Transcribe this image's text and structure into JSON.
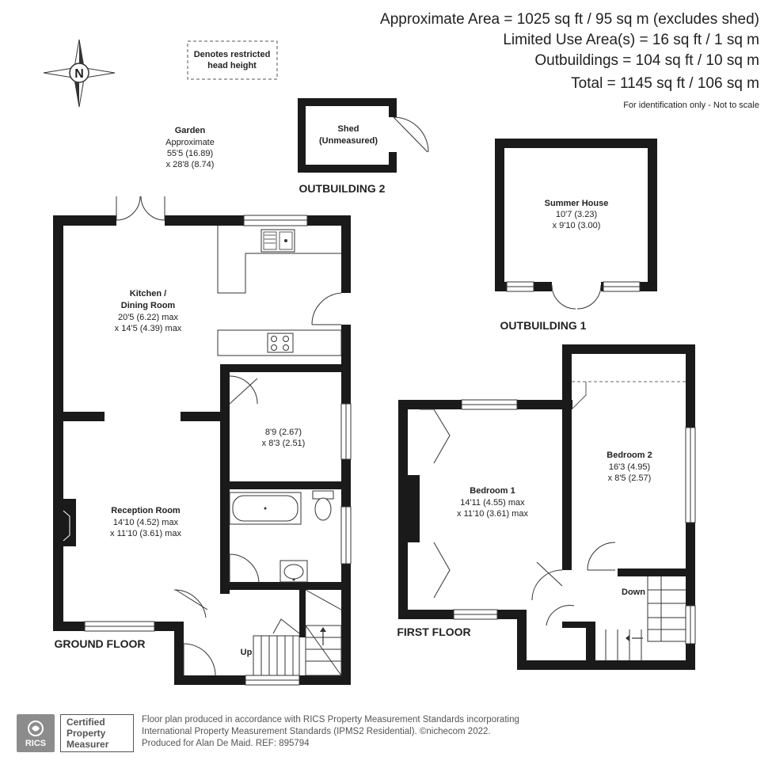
{
  "header": {
    "area_line": "Approximate Area = 1025 sq ft / 95 sq m (excludes shed)",
    "limited_line": "Limited Use Area(s) = 16 sq ft / 1 sq m",
    "outbuildings_line": "Outbuildings = 104 sq ft / 10 sq m",
    "total_line": "Total = 1145 sq ft / 106 sq m",
    "note": "For identification only - Not to scale"
  },
  "compass": {
    "label": "N"
  },
  "legend": {
    "line1": "Denotes restricted",
    "line2": "head height"
  },
  "garden": {
    "name": "Garden",
    "line1": "Approximate",
    "line2": "55'5 (16.89)",
    "line3": "x 28'8 (8.74)"
  },
  "shed": {
    "line1": "Shed",
    "line2": "(Unmeasured)",
    "label": "OUTBUILDING 2"
  },
  "summer_house": {
    "name": "Summer House",
    "dim1": "10'7 (3.23)",
    "dim2": "x 9'10 (3.00)",
    "label": "OUTBUILDING 1"
  },
  "ground_floor": {
    "label": "GROUND FLOOR",
    "kitchen": {
      "name1": "Kitchen /",
      "name2": "Dining Room",
      "dim1": "20'5 (6.22) max",
      "dim2": "x 14'5 (4.39) max"
    },
    "study": {
      "dim1": "8'9 (2.67)",
      "dim2": "x 8'3 (2.51)"
    },
    "reception": {
      "name": "Reception Room",
      "dim1": "14'10 (4.52) max",
      "dim2": "x 11'10 (3.61) max"
    },
    "stairs_label": "Up"
  },
  "first_floor": {
    "label": "FIRST FLOOR",
    "bedroom1": {
      "name": "Bedroom 1",
      "dim1": "14'11 (4.55) max",
      "dim2": "x 11'10 (3.61) max"
    },
    "bedroom2": {
      "name": "Bedroom 2",
      "dim1": "16'3 (4.95)",
      "dim2": "x 8'5 (2.57)"
    },
    "stairs_label": "Down"
  },
  "footer": {
    "line1": "Floor plan produced in accordance with RICS Property Measurement Standards incorporating",
    "line2": "International Property Measurement Standards (IPMS2 Residential).  ©nichecom 2022.",
    "line3": "Produced for Alan De Maid.   REF: 895794"
  },
  "rics": {
    "mark": "RICS",
    "line1": "Certified",
    "line2": "Property",
    "line3": "Measurer"
  },
  "colors": {
    "wall": "#1a1a1a",
    "text": "#222222",
    "muted": "#555555",
    "badge": "#8c8c8c"
  }
}
